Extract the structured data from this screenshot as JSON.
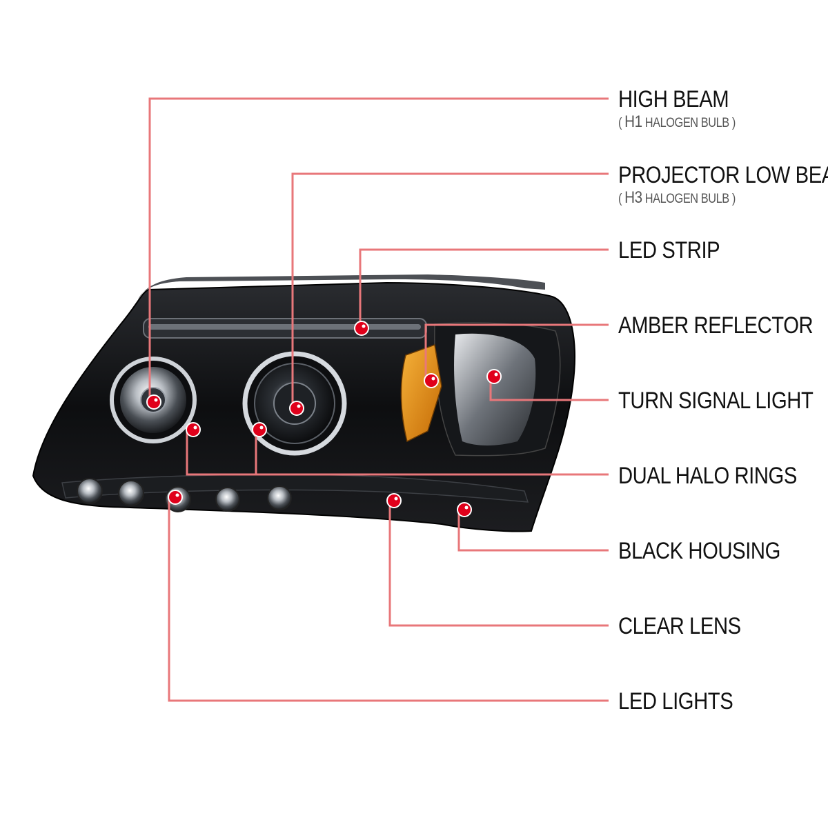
{
  "colors": {
    "leader_line": "#e8777a",
    "marker": "#e0001b",
    "housing": "#111111",
    "amber": "#e8920c",
    "label_text": "#111111",
    "sub_text": "#555555"
  },
  "callouts": [
    {
      "id": "high-beam",
      "title": "HIGH BEAM",
      "sub_open": "( ",
      "sub_code": "H1",
      "sub_rest": " HALOGEN BULB )"
    },
    {
      "id": "projector-low-beam",
      "title": "PROJECTOR LOW BEAM",
      "sub_open": "( ",
      "sub_code": "H3",
      "sub_rest": " HALOGEN BULB )"
    },
    {
      "id": "led-strip",
      "title": "LED STRIP"
    },
    {
      "id": "amber-reflector",
      "title": "AMBER REFLECTOR"
    },
    {
      "id": "turn-signal-light",
      "title": "TURN SIGNAL LIGHT"
    },
    {
      "id": "dual-halo-rings",
      "title": "DUAL HALO RINGS"
    },
    {
      "id": "black-housing",
      "title": "BLACK HOUSING"
    },
    {
      "id": "clear-lens",
      "title": "CLEAR LENS"
    },
    {
      "id": "led-lights",
      "title": "LED LIGHTS"
    }
  ]
}
